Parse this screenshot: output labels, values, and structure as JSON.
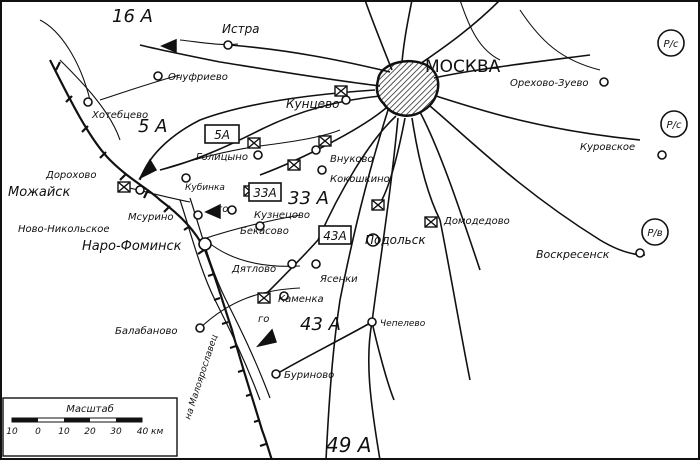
{
  "map": {
    "cities": {
      "moscow": "МОСКВА",
      "istra": "Истра",
      "onufrievo": "Онуфриево",
      "khotebtsevo": "Хотебцево",
      "kuntsevo": "Кунцево",
      "golitsyno": "Голицыно",
      "vnukovo": "Внуково",
      "kubinka": "Кубинка",
      "kokoshkino": "Кокошкино",
      "dorokhovo": "Дорохово",
      "mozhaysk": "Можайск",
      "novo_nikolskoe": "Ново-Никольское",
      "masurino": "Мсурино",
      "kuznetsovo": "Кузнецово",
      "bekasovo": "Бекасово",
      "naro_fominsk": "Наро-Фоминск",
      "podolsk": "Подольск",
      "domodedovo": "Домодедово",
      "dyatlovo": "Дятлово",
      "yasenki": "Ясенки",
      "kamenka": "Каменка",
      "balabanovo": "Балабаново",
      "chepelevo": "Чепелево",
      "burinovo": "Буриново",
      "orekhovo_zuevo": "Орехово-Зуево",
      "kurovskoe": "Куровское",
      "voskresensk": "Воскресенск",
      "na_maloyaroslavets": "на Малоярославец"
    },
    "armies": {
      "a16": "16 А",
      "a5": "5 А",
      "a33": "33 А",
      "a43": "43 А",
      "a49": "49 А",
      "box_5a": "5А",
      "box_33a": "33А",
      "box_43a": "43А",
      "go1": "го",
      "go2": "го"
    },
    "rail_stations": {
      "rs1": "Р/с",
      "rs2": "Р/с",
      "rs3": "Р/в"
    },
    "scale": {
      "title": "Масштаб",
      "ticks": [
        "10",
        "0",
        "10",
        "20",
        "30",
        "40 км"
      ]
    }
  }
}
